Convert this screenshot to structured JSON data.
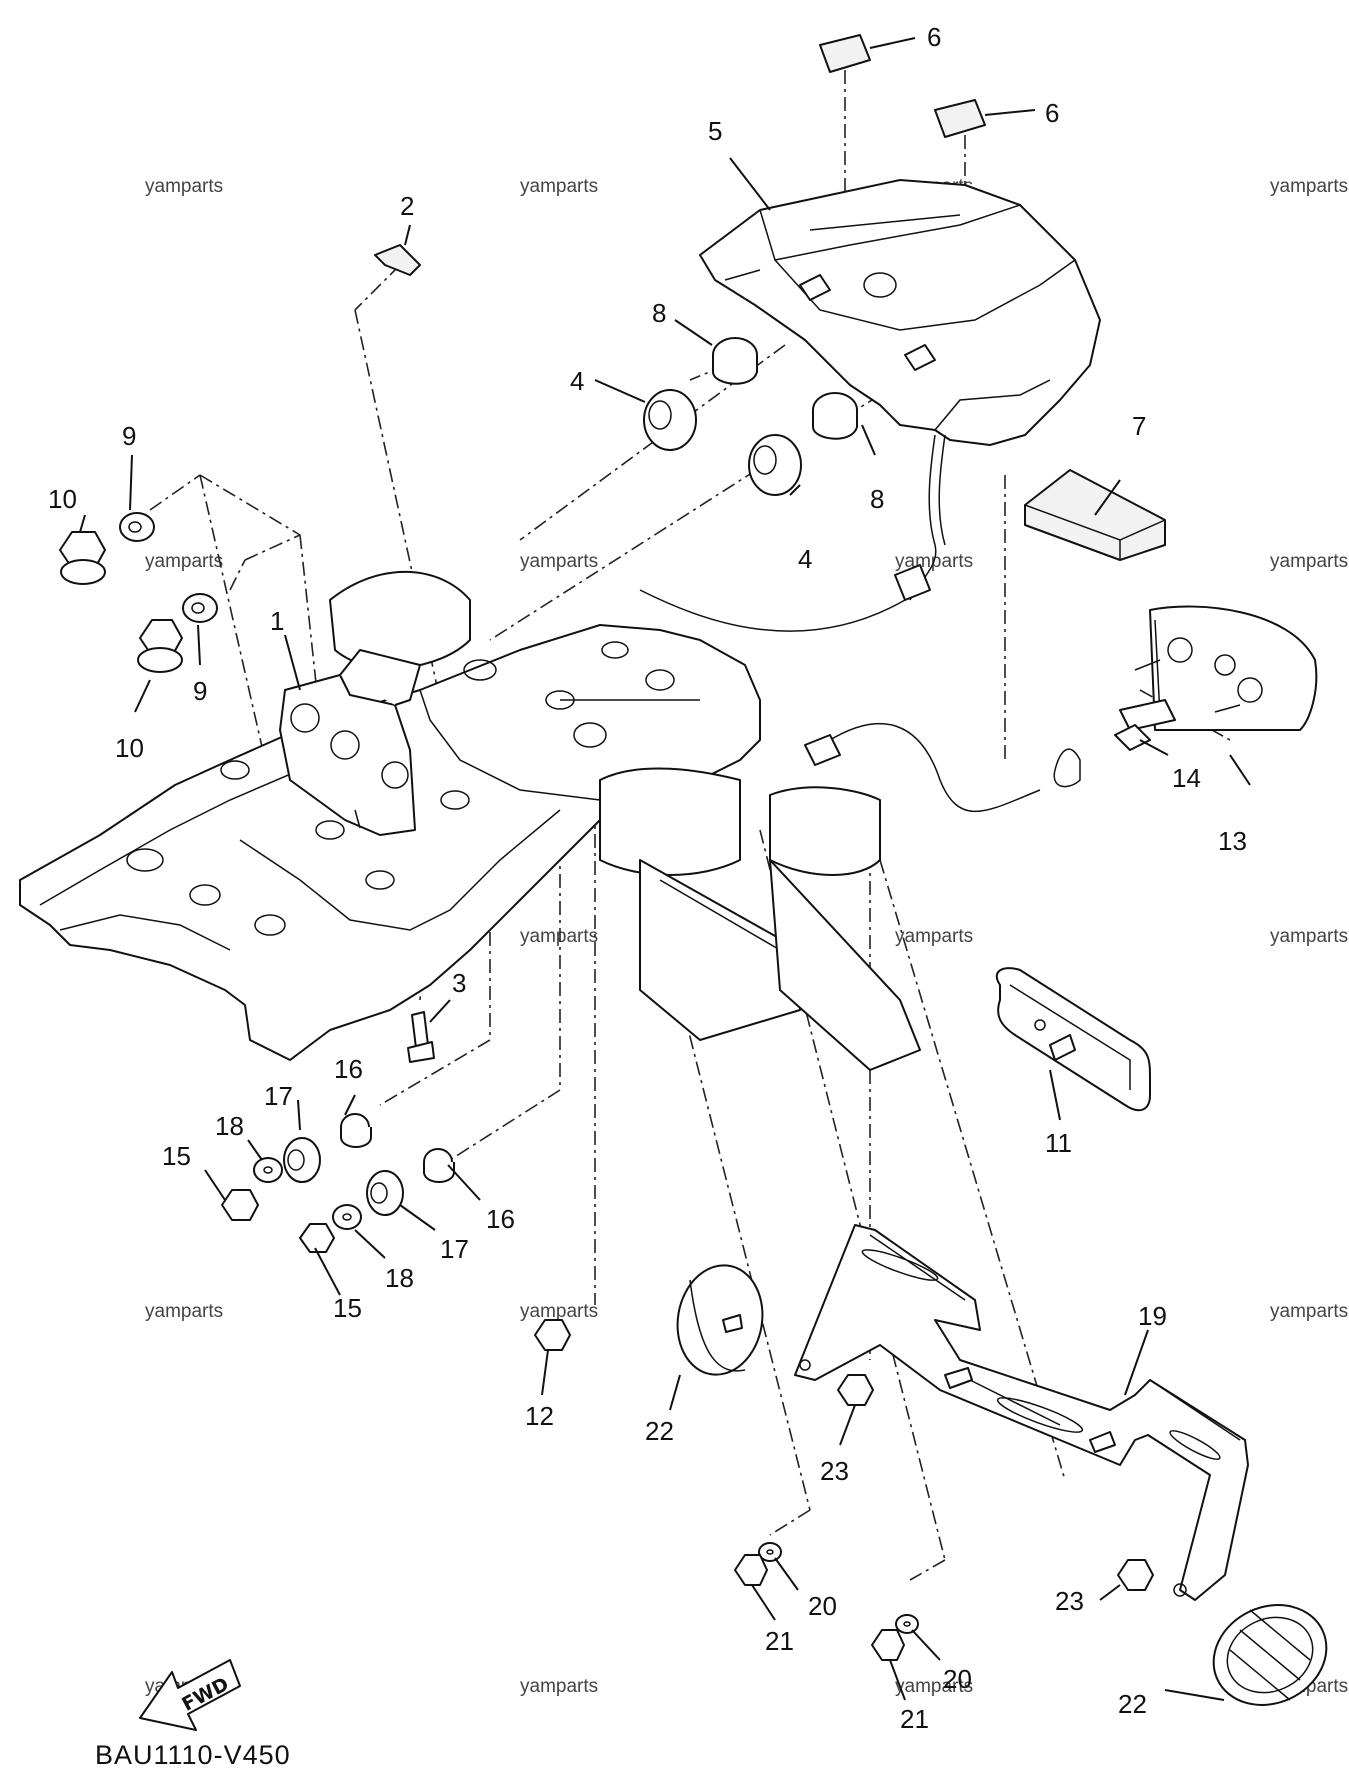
{
  "diagram": {
    "code": "BAU1110-V450",
    "direction_label": "FWD",
    "watermark": "yamparts",
    "callouts": {
      "p1": "1",
      "p2": "2",
      "p3": "3",
      "p4a": "4",
      "p4b": "4",
      "p5": "5",
      "p6a": "6",
      "p6b": "6",
      "p7": "7",
      "p8a": "8",
      "p8b": "8",
      "p9a": "9",
      "p9b": "9",
      "p10a": "10",
      "p10b": "10",
      "p11": "11",
      "p12": "12",
      "p13": "13",
      "p14": "14",
      "p15a": "15",
      "p15b": "15",
      "p16a": "16",
      "p16b": "16",
      "p17a": "17",
      "p17b": "17",
      "p18a": "18",
      "p18b": "18",
      "p19": "19",
      "p20a": "20",
      "p20b": "20",
      "p21a": "21",
      "p21b": "21",
      "p22a": "22",
      "p22b": "22",
      "p23a": "23",
      "p23b": "23"
    }
  }
}
